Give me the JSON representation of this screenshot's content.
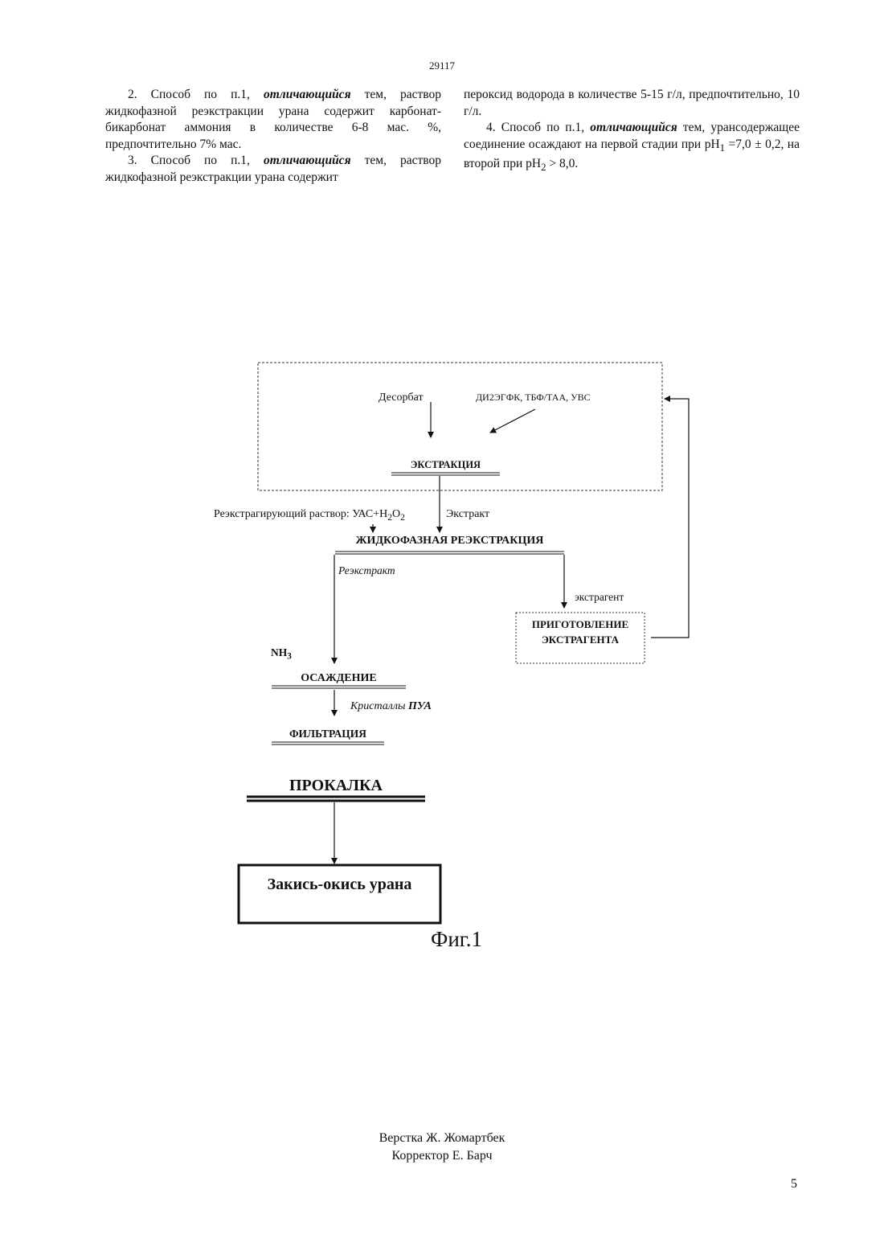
{
  "header": {
    "doc_number": "29117"
  },
  "claims": {
    "claim2": {
      "prefix": "2. Способ по п.1, ",
      "emphasis": "отличающийся",
      "rest": " тем, раствор жидкофазной реэкстракции урана содержит карбонат-бикарбонат аммония в количестве 6-8 мас. %, предпочтительно 7% мас."
    },
    "claim3": {
      "prefix": "3. Способ по п.1, ",
      "emphasis": "отличающийся",
      "rest": " тем, раствор жидкофазной реэкстракции урана содержит"
    },
    "claim3_cont": "пероксид водорода в количестве 5-15 г/л, предпочтительно, 10 г/л.",
    "claim4": {
      "prefix": "4. Способ по п.1, ",
      "emphasis": "отличающийся",
      "rest_a": " тем, урансодержащее соединение осаждают на первой стадии при pH",
      "sub1": "1",
      "rest_b": " =7,0 ± 0,2, на второй при pH",
      "sub2": "2",
      "rest_c": " > 8,0."
    }
  },
  "figure": {
    "desorbate": "Десорбат",
    "reagents": "ДИ2ЭГФК, ТБФ/ТАА, УВС",
    "extraction": "ЭКСТРАКЦИЯ",
    "reextract_solution": "Реэкстрагирующий раствор: УАС+Н",
    "reextract_solution_sub1": "2",
    "reextract_solution_o": "О",
    "reextract_solution_sub2": "2",
    "extract": "Экстракт",
    "liquid_reextraction": "ЖИДКОФАЗНАЯ РЕЭКСТРАКЦИЯ",
    "reextract": "Реэкстракт",
    "extractant": "экстрагент",
    "prep_line1": "ПРИГОТОВЛЕНИЕ",
    "prep_line2": "ЭКСТРАГЕНТА",
    "nh3": "NH",
    "nh3_sub": "3",
    "precipitation": "ОСАЖДЕНИЕ",
    "crystals": "Кристаллы ",
    "crystals_bold": "ПУА",
    "filtration": "ФИЛЬТРАЦИЯ",
    "calcination": "ПРОКАЛКА",
    "product": "Закись-окись урана",
    "caption": "Фиг.1"
  },
  "footer": {
    "layout": "Верстка Ж. Жомартбек",
    "corrector": "Корректор Е. Барч",
    "page_number": "5"
  }
}
